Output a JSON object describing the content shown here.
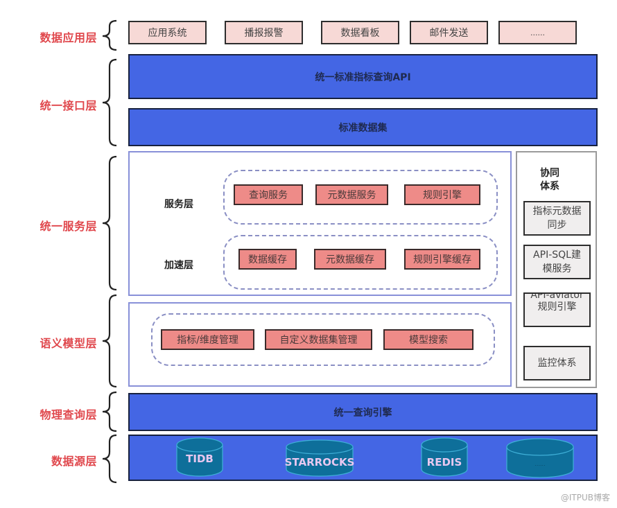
{
  "layers": {
    "app": "数据应用层",
    "interface": "统一接口层",
    "service": "统一服务层",
    "semantic": "语义模型层",
    "physical": "物理查询层",
    "source": "数据源层"
  },
  "app_layer": {
    "items": [
      "应用系统",
      "播报报警",
      "数据看板",
      "邮件发送",
      "......"
    ]
  },
  "interface_layer": {
    "api_bar": "统一标准指标查询API",
    "dataset_bar": "标准数据集"
  },
  "service_layer": {
    "service_label": "服务层",
    "service_items": [
      "查询服务",
      "元数据服务",
      "规则引擎"
    ],
    "accel_label": "加速层",
    "accel_items": [
      "数据缓存",
      "元数据缓存",
      "规则引擎缓存"
    ]
  },
  "semantic_layer": {
    "items": [
      "指标/维度管理",
      "自定义数据集管理",
      "模型搜索"
    ]
  },
  "collab": {
    "title": "协同体系",
    "title_line1": "协同",
    "title_line2": "体系",
    "items": [
      "指标元数据同步",
      "API-SQL建模服务",
      "API-aviator规则引擎",
      "监控体系"
    ]
  },
  "physical_layer": {
    "engine_bar": "统一查询引擎"
  },
  "source_layer": {
    "databases": [
      "TIDB",
      "STARROCKS",
      "REDIS",
      "......"
    ]
  },
  "watermark": "@ITPUB博客",
  "colors": {
    "label_red": "#e0484d",
    "bar_blue": "#4466e4",
    "box_pink": "#f7d9d6",
    "box_red": "#ee8b88",
    "cylinder_teal": "#0e6f9a"
  }
}
